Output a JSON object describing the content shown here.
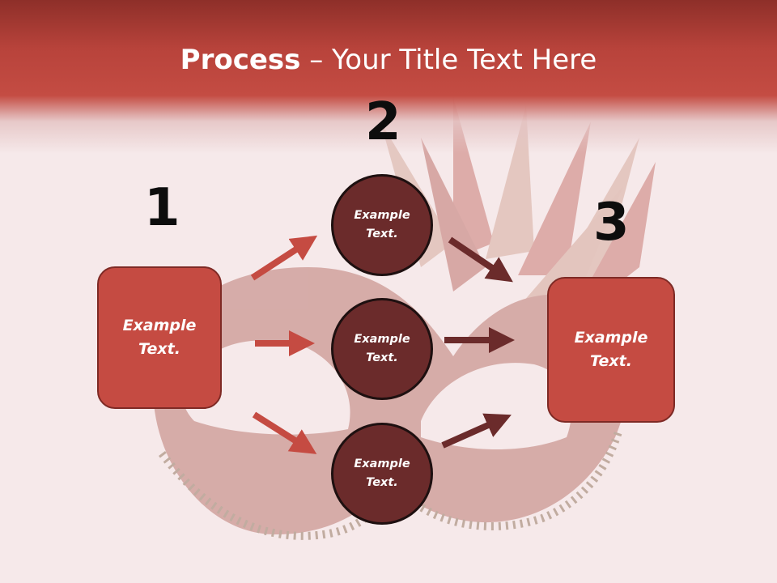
{
  "slide": {
    "title_bold": "Process",
    "title_sep": " – ",
    "title_rest": "Your Title Text Here"
  },
  "steps": [
    {
      "number": "1",
      "text": "Example Text."
    },
    {
      "number": "2",
      "text": "Example Text."
    },
    {
      "number": "3",
      "text": "Example Text."
    }
  ],
  "circles": [
    {
      "text": "Example Text."
    },
    {
      "text": "Example Text."
    },
    {
      "text": "Example Text."
    }
  ],
  "colors": {
    "header": "#c44c43",
    "box_fill": "#c54b42",
    "circle_fill": "#6b2b2b",
    "arrow_light": "#c54b42",
    "arrow_dark": "#6b2b2b"
  }
}
